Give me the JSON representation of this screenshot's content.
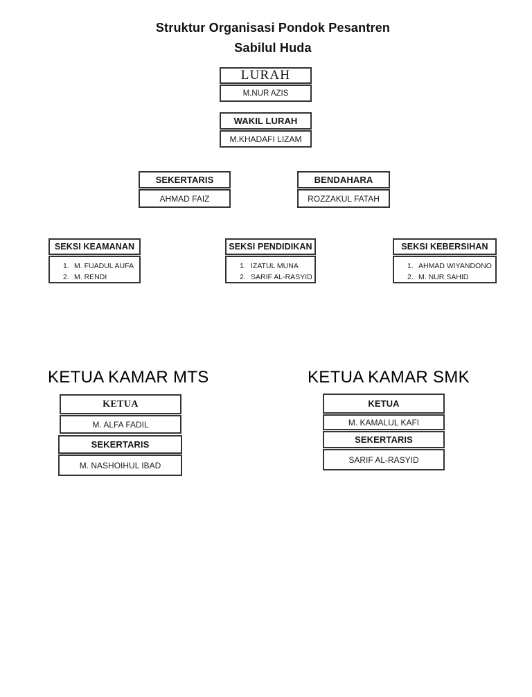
{
  "page": {
    "background": "#ffffff",
    "border_color": "#333333",
    "text_color": "#161616"
  },
  "title": {
    "line1": "Struktur Organisasi Pondok Pesantren",
    "line2": "Sabilul Huda"
  },
  "main_structure": {
    "lurah": {
      "title": "LURAH",
      "name": "M.NUR AZIS"
    },
    "wakil_lurah": {
      "title": "WAKIL LURAH",
      "name": "M.KHADAFI LIZAM"
    },
    "sekertaris": {
      "title": "SEKERTARIS",
      "name": "AHMAD FAIZ"
    },
    "bendahara": {
      "title": "BENDAHARA",
      "name": "ROZZAKUL FATAH"
    },
    "seksi_keamanan": {
      "title": "SEKSI KEAMANAN",
      "members": [
        {
          "num": "1.",
          "name": "M. FUADUL AUFA"
        },
        {
          "num": "2.",
          "name": "M. RENDI"
        }
      ]
    },
    "seksi_pendidikan": {
      "title": "SEKSI PENDIDIKAN",
      "members": [
        {
          "num": "1.",
          "name": "IZATUL MUNA"
        },
        {
          "num": "2.",
          "name": "SARIF AL-RASYID"
        }
      ]
    },
    "seksi_kebersihan": {
      "title": "SEKSI KEBERSIHAN",
      "members": [
        {
          "num": "1.",
          "name": "AHMAD WIYANDONO"
        },
        {
          "num": "2.",
          "name": "M. NUR SAHID"
        }
      ]
    }
  },
  "kamar_mts": {
    "heading": "KETUA KAMAR MTS",
    "ketua": {
      "title": "KETUA",
      "name": "M. ALFA FADIL"
    },
    "sekertaris": {
      "title": "SEKERTARIS",
      "name": "M. NASHOIHUL IBAD"
    }
  },
  "kamar_smk": {
    "heading": "KETUA KAMAR SMK",
    "ketua": {
      "title": "KETUA",
      "name": "M. KAMALUL KAFI"
    },
    "sekertaris": {
      "title": "SEKERTARIS",
      "name": "SARIF AL-RASYID"
    }
  }
}
